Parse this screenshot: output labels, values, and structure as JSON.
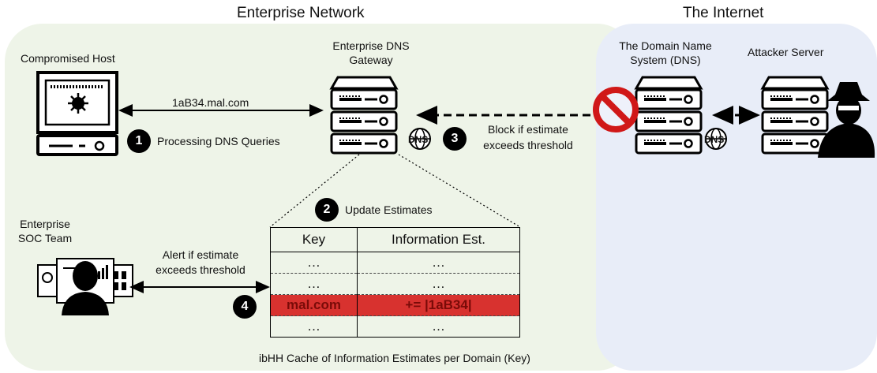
{
  "titles": {
    "enterprise": "Enterprise Network",
    "internet": "The Internet"
  },
  "labels": {
    "compromised_host": "Compromised Host",
    "gateway_line1": "Enterprise DNS",
    "gateway_line2": "Gateway",
    "dns_system_line1": "The Domain Name",
    "dns_system_line2": "System (DNS)",
    "attacker": "Attacker Server",
    "query": "1aB34.mal.com",
    "soc_line1": "Enterprise",
    "soc_line2": "SOC Team",
    "alert_line1": "Alert if estimate",
    "alert_line2": "exceeds threshold",
    "block_line1": "Block if estimate",
    "block_line2": "exceeds threshold",
    "caption": "ibHH Cache of Information Estimates per Domain (Key)",
    "dns_badge": "DNS"
  },
  "steps": [
    {
      "num": "1",
      "text": "Processing DNS Queries"
    },
    {
      "num": "2",
      "text": "Update Estimates"
    },
    {
      "num": "3",
      "text": ""
    },
    {
      "num": "4",
      "text": ""
    }
  ],
  "table": {
    "headers": [
      "Key",
      "Information Est."
    ],
    "rows": [
      {
        "key": "…",
        "est": "…",
        "highlight": false
      },
      {
        "key": "…",
        "est": "…",
        "highlight": false
      },
      {
        "key": "mal.com",
        "est": "+= |1aB34|",
        "highlight": true
      },
      {
        "key": "…",
        "est": "…",
        "highlight": false
      }
    ]
  },
  "colors": {
    "enterprise_bg": "#eef4e8",
    "internet_bg": "#e8edf8",
    "highlight": "#d8322f",
    "block": "#d01818"
  }
}
